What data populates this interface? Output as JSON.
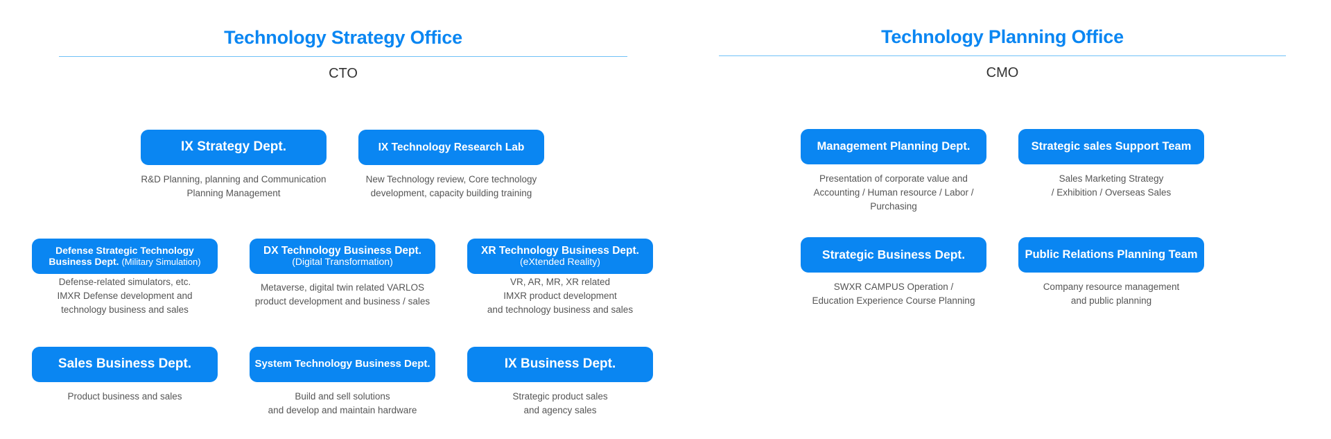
{
  "left_office": {
    "title": "Technology Strategy Office",
    "head": "CTO",
    "departments": [
      {
        "label": "IX Strategy Dept.",
        "desc": [
          "R&D Planning, planning and Communication",
          "Planning Management"
        ]
      },
      {
        "label": "IX Technology Research Lab",
        "desc": [
          "New Technology review, Core technology",
          "development, capacity building training"
        ]
      },
      {
        "label_line1": "Defense Strategic Technology",
        "label_line2": "Business Dept.",
        "label_suffix": "(Military Simulation)",
        "desc": [
          "Defense-related simulators, etc.",
          "IMXR Defense development and",
          "technology business and sales"
        ]
      },
      {
        "label": "DX Technology Business Dept.",
        "sub": "(Digital Transformation)",
        "desc": [
          "Metaverse, digital twin related VARLOS",
          "product development and business / sales"
        ]
      },
      {
        "label": "XR Technology Business Dept.",
        "sub": "(eXtended Reality)",
        "desc": [
          "VR, AR, MR, XR related",
          "IMXR product development",
          "and technology business and sales"
        ]
      },
      {
        "label": "Sales Business Dept.",
        "desc": [
          "Product business and sales"
        ]
      },
      {
        "label": "System Technology Business Dept.",
        "desc": [
          "Build and sell solutions",
          "and develop and maintain hardware"
        ]
      },
      {
        "label": "IX Business Dept.",
        "desc": [
          "Strategic product sales",
          "and agency sales"
        ]
      }
    ]
  },
  "right_office": {
    "title": "Technology Planning Office",
    "head": "CMO",
    "departments": [
      {
        "label": "Management Planning Dept.",
        "desc": [
          "Presentation of corporate value and",
          "Accounting / Human resource / Labor / Purchasing"
        ]
      },
      {
        "label": "Strategic sales Support Team",
        "desc": [
          "Sales Marketing Strategy",
          "/ Exhibition / Overseas Sales"
        ]
      },
      {
        "label": "Strategic Business Dept.",
        "desc": [
          "SWXR CAMPUS Operation /",
          "Education Experience Course Planning"
        ]
      },
      {
        "label": "Public Relations Planning Team",
        "desc": [
          "Company resource management",
          "and public planning"
        ]
      }
    ]
  },
  "colors": {
    "accent": "#0a86f2",
    "rule": "#6fc1f7",
    "desc_text": "#555555"
  }
}
